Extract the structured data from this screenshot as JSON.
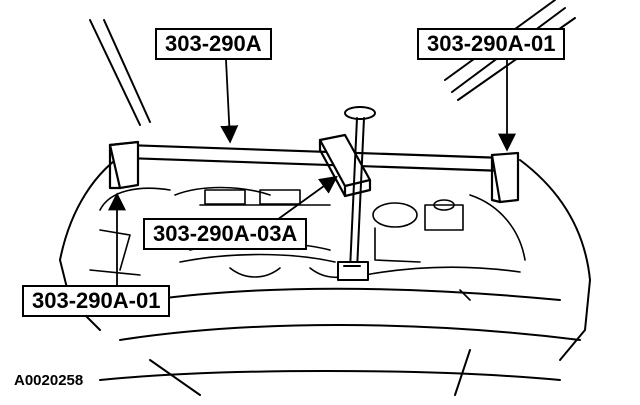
{
  "callouts": {
    "tool_main": "303-290A",
    "tool_right": "303-290A-01",
    "tool_center": "303-290A-03A",
    "tool_left": "303-290A-01"
  },
  "figure_id": "A0020258",
  "colors": {
    "line": "#000000",
    "background": "#ffffff"
  }
}
